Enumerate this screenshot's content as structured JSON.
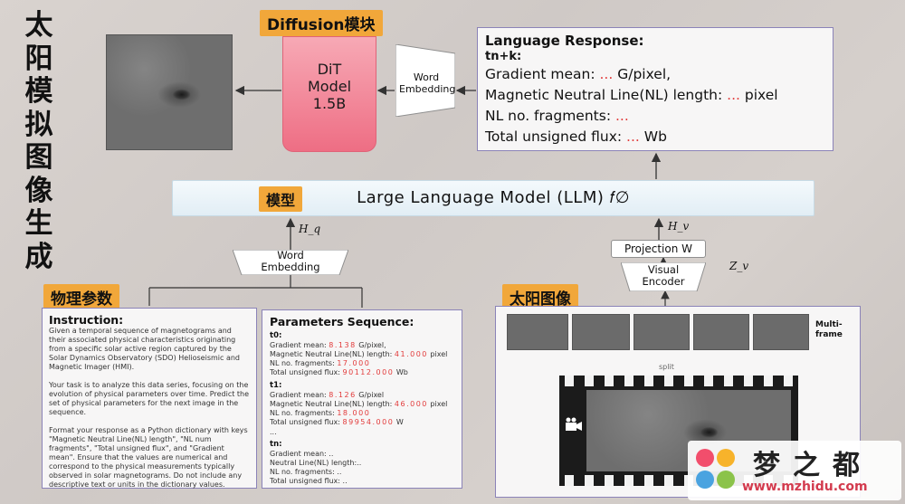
{
  "vertical_title": "太阳模拟图像生成",
  "diffusion": {
    "tag": "Diffusion模块",
    "dit_label": "DiT\nModel\n1.5B",
    "word_embedding": "Word\nEmbedding"
  },
  "response": {
    "title": "Language Response:",
    "step": "tn+k:",
    "lines": [
      {
        "pre": "Gradient mean: ",
        "ell": "...",
        "post": " G/pixel,"
      },
      {
        "pre": "Magnetic Neutral Line(NL) length: ",
        "ell": "...",
        "post": " pixel"
      },
      {
        "pre": "NL no. fragments: ",
        "ell": "...",
        "post": ""
      },
      {
        "pre": "Total unsigned flux: ",
        "ell": "...",
        "post": " Wb"
      }
    ]
  },
  "llm": {
    "tag": "模型",
    "label": "Large Language Model (LLM) 𝑓∅",
    "hq": "H_q",
    "hv": "H_v",
    "zv": "Z_v"
  },
  "left_embedding": "Word\nEmbedding",
  "projection": "Projection W",
  "visual_encoder": "Visual\nEncoder",
  "physics_tag": "物理参数",
  "solar_tag": "太阳图像",
  "instruction": {
    "title": "Instruction:",
    "p1": "Given a temporal sequence of magnetograms and their associated physical characteristics originating from a specific solar active region captured by the Solar Dynamics Observatory (SDO) Helioseismic and Magnetic Imager (HMI).",
    "p2": "Your task is to analyze this data series, focusing on the evolution of physical parameters over time. Predict the set of physical parameters for the next image in the sequence.",
    "p3": "Format your response as a Python dictionary with keys \"Magnetic Neutral Line(NL) length\", \"NL num fragments\", \"Total unsigned flux\", and \"Gradient mean\". Ensure that the values are numerical and correspond to the physical measurements typically observed in solar magnetograms. Do not include any descriptive text or units in the dictionary values."
  },
  "params": {
    "title": "Parameters Sequence:",
    "t0": {
      "label": "t0:",
      "rows": [
        {
          "pre": "Gradient mean: ",
          "val": "8.138",
          "post": " G/pixel,"
        },
        {
          "pre": "Magnetic Neutral Line(NL) length: ",
          "val": "41.000",
          "post": " pixel"
        },
        {
          "pre": "NL no. fragments: ",
          "val": "17.000",
          "post": ""
        },
        {
          "pre": "Total unsigned flux: ",
          "val": "90112.000",
          "post": " Wb"
        }
      ]
    },
    "t1": {
      "label": "t1:",
      "rows": [
        {
          "pre": "Gradient mean: ",
          "val": "8.126",
          "post": " G/pixel"
        },
        {
          "pre": "Magnetic Neutral Line(NL) length: ",
          "val": "46.000",
          "post": " pixel"
        },
        {
          "pre": "NL no. fragments: ",
          "val": "18.000",
          "post": ""
        },
        {
          "pre": "Total unsigned flux: ",
          "val": "89954.000",
          "post": " W"
        }
      ]
    },
    "ellipsis": "...",
    "tn": {
      "label": "tn:",
      "rows": [
        "Gradient mean: ..",
        "Neutral Line(NL) length:..",
        "NL no. fragments: ..",
        "Total unsigned flux: .."
      ]
    }
  },
  "multi_frame": "Multi-\nframe",
  "split": "split",
  "watermark": {
    "brand": "梦之都",
    "url": "www.mzhidu.com"
  },
  "colors": {
    "tag": "#f1a73a",
    "dit": "#f07a8c",
    "border": "#8b83b8",
    "red": "#e23b3b"
  }
}
